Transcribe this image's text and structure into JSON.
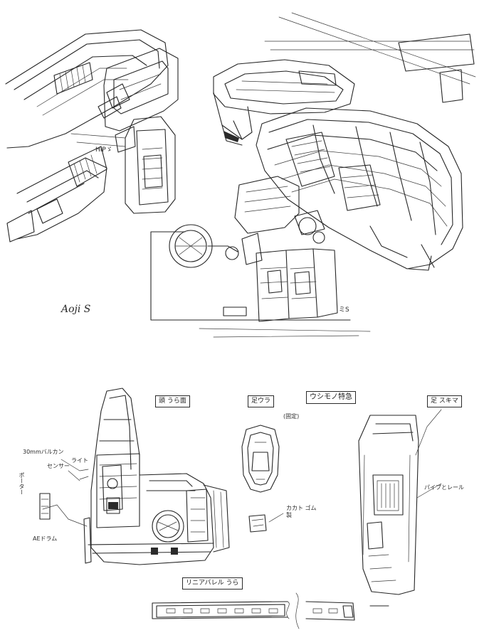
{
  "notes": {
    "hip": "HIPゞ",
    "signature": "Aoji S",
    "upper_side_mark": "ミS",
    "caption_head_back": "頭 うら面",
    "caption_legs_front": "足ウラ",
    "caption_unchanged": "ウシモノ特急",
    "caption_leg_gap": "足 スキマ",
    "caption_linear_barrel_back": "リニアバレル うら",
    "vulcan": "30mmバルカン",
    "light": "ライト",
    "sensor": "センサー",
    "port": "ポーター",
    "ae_drum": "AEドラム",
    "fixed_note": "(固定)",
    "caterpillar_rubber": "カカト ゴム製",
    "pipe_rail": "パイプとレール"
  }
}
